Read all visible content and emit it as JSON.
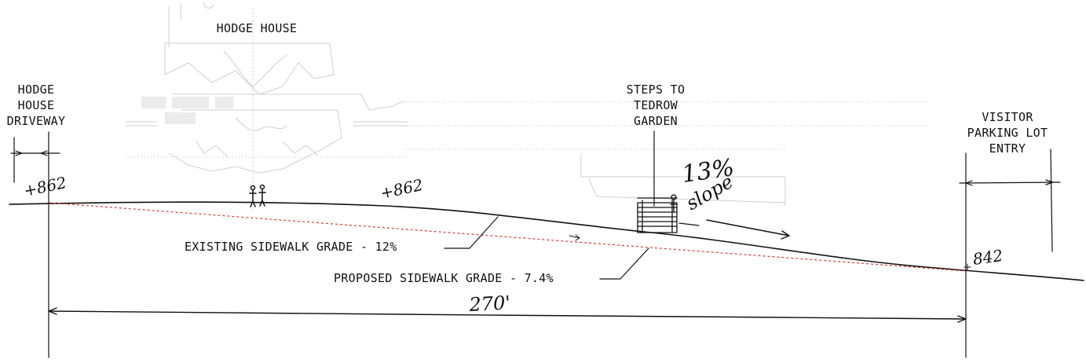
{
  "labels": {
    "hodge_house": "HODGE HOUSE",
    "driveway_line1": "HODGE",
    "driveway_line2": "HOUSE",
    "driveway_line3": "DRIVEWAY",
    "steps_line1": "STEPS TO",
    "steps_line2": "TEDROW",
    "steps_line3": "GARDEN",
    "visitor_line1": "VISITOR",
    "visitor_line2": "PARKING LOT",
    "visitor_line3": "ENTRY",
    "existing_grade": "EXISTING SIDEWALK GRADE - 12%",
    "proposed_grade": "PROPOSED SIDEWALK GRADE - 7.4%"
  },
  "handwritten": {
    "elevation_left": "+862",
    "elevation_mid": "+862",
    "elevation_right": "842",
    "slope_value": "13%",
    "slope_word": "slope",
    "length": "270'"
  },
  "colors": {
    "ink": "#111111",
    "proposed_line": "#e03a3a",
    "faint_background": "#cfcfcf"
  }
}
